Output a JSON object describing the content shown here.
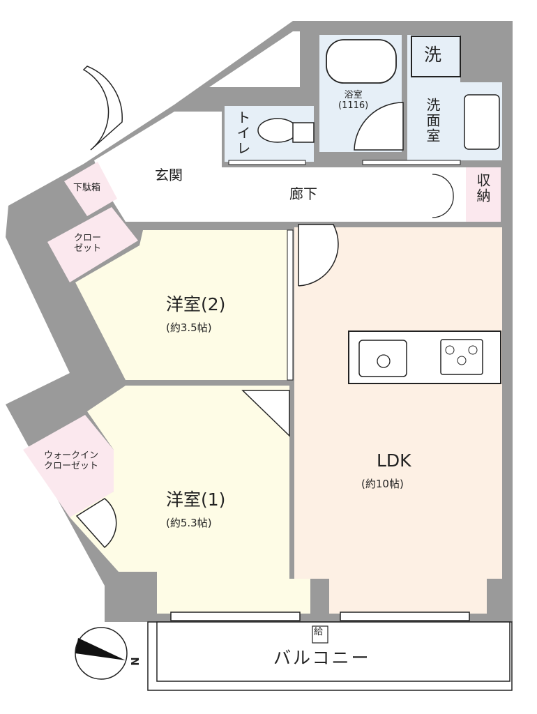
{
  "floorplan": {
    "colors": {
      "wall": "#9a9a9a",
      "wet_area": "#e6eff7",
      "storage": "#fbe8ee",
      "western_room": "#fefce6",
      "ldk": "#fdf0e4",
      "white": "#ffffff",
      "line": "#222222"
    },
    "rooms": {
      "bathroom": {
        "name": "浴室",
        "size": "(1116)"
      },
      "laundry": {
        "symbol": "洗"
      },
      "washroom": {
        "name": "洗面室"
      },
      "toilet": {
        "name": "トイレ"
      },
      "entrance": {
        "name": "玄関"
      },
      "shoe_box": {
        "name": "下駄箱"
      },
      "hallway": {
        "name": "廊下"
      },
      "storage": {
        "name": "収納"
      },
      "closet": {
        "line1": "クロー",
        "line2": "ゼット"
      },
      "western2": {
        "name": "洋室(2)",
        "size": "(約3.5帖)"
      },
      "walk_in_closet": {
        "line1": "ウォークイン",
        "line2": "クローゼット"
      },
      "western1": {
        "name": "洋室(1)",
        "size": "(約5.3帖)"
      },
      "ldk": {
        "name": "LDK",
        "size": "(約10帖)"
      },
      "balcony": {
        "name": "バルコニー",
        "heater_symbol": "給"
      }
    },
    "compass": {
      "label": "N"
    }
  }
}
